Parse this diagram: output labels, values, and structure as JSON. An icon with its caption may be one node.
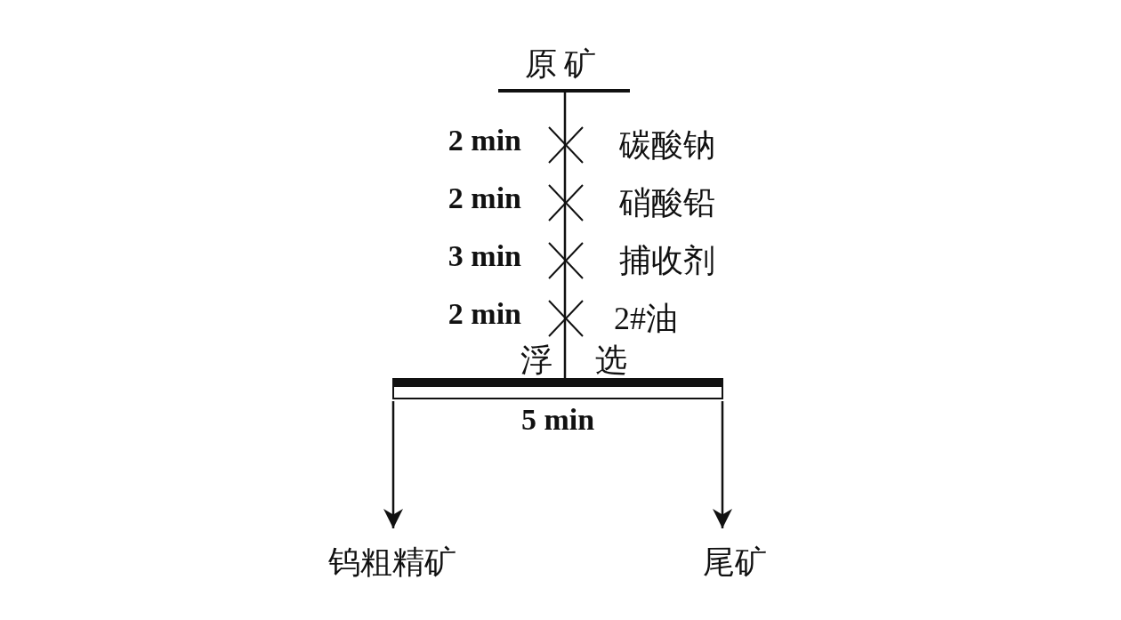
{
  "diagram": {
    "nodes": [
      {
        "text": [
          "原矿"
        ]
      },
      {
        "text": [
          "浮选"
        ],
        "beside": [
          "5 min"
        ]
      },
      {
        "text": [
          "钨粗精矿"
        ]
      },
      {
        "text": [
          "尾矿"
        ]
      }
    ],
    "edges": [
      {
        "from": 0,
        "to": 1,
        "arrow": "none"
      },
      {
        "from": 1,
        "to": 2,
        "arrow": "to"
      },
      {
        "from": 1,
        "to": 3,
        "arrow": "to"
      }
    ],
    "labels": [
      "2 min",
      "碳酸钠",
      "2 min",
      "硝酸铅",
      "3 min",
      "捕收剂",
      "2 min",
      "2#油"
    ]
  }
}
